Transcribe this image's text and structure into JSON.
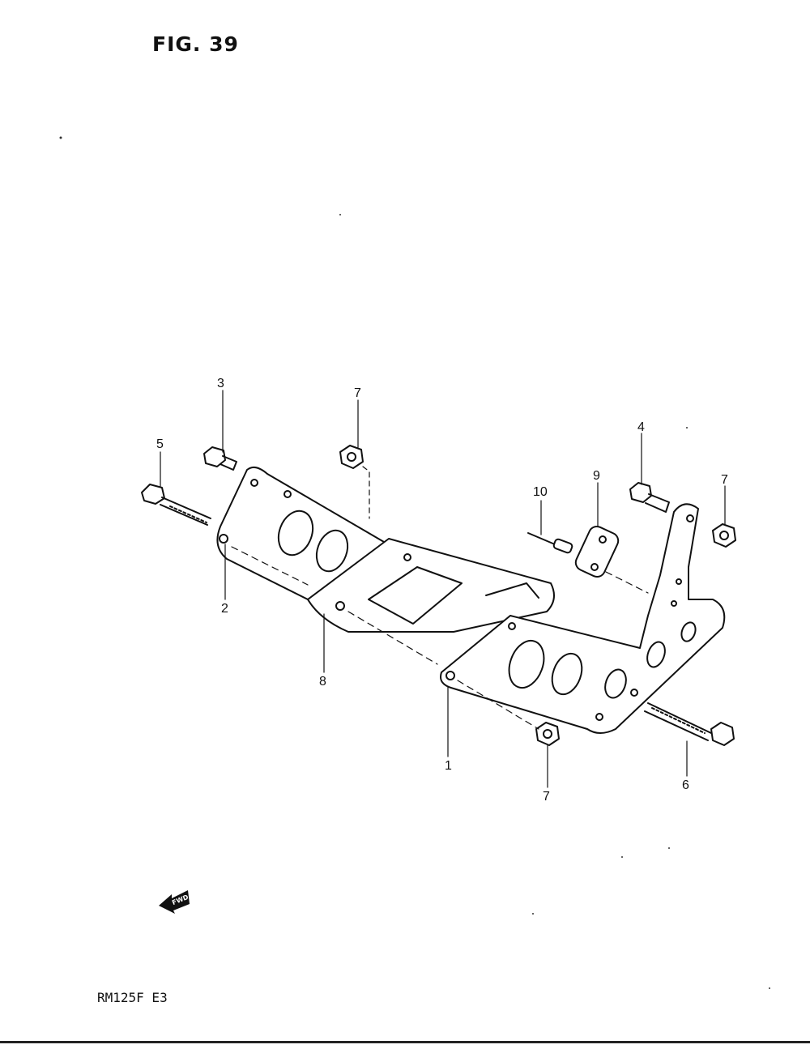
{
  "figure": {
    "title": "FIG. 39"
  },
  "footer": {
    "model_code": "RM125F E3"
  },
  "fwd_badge": {
    "text": "FWD"
  },
  "callouts": {
    "c1": "1",
    "c2": "2",
    "c3": "3",
    "c4": "4",
    "c5": "5",
    "c6": "6",
    "c7a": "7",
    "c7b": "7",
    "c7c": "7",
    "c8": "8",
    "c9": "9",
    "c10": "10"
  },
  "colors": {
    "ink": "#111111",
    "paper": "#ffffff"
  }
}
